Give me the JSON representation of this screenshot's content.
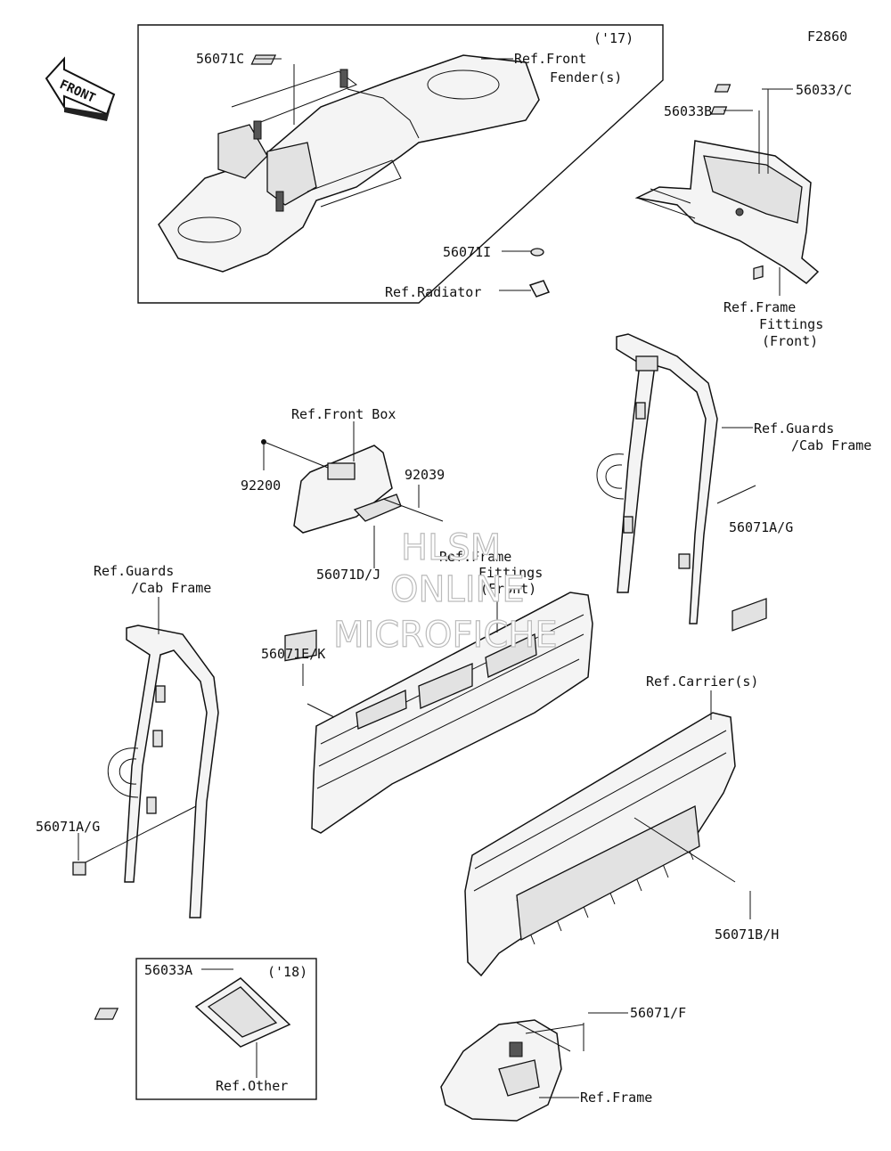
{
  "figure_code": "F2860",
  "front_arrow_label": "FRONT",
  "watermark": {
    "line1": "HLSM",
    "line2": "ONLINE",
    "line3": "MICROFICHE"
  },
  "boxes": {
    "top_year": "('17)",
    "bottom_year": "('18)"
  },
  "callouts": {
    "p56071C": "56071C",
    "ref_front_fender_1": "Ref.Front",
    "ref_front_fender_2": "Fender(s)",
    "p56033C": "56033/C",
    "p56033B": "56033B",
    "p56071I": "56071I",
    "ref_radiator": "Ref.Radiator",
    "ref_frame_fittings_r_1": "Ref.Frame",
    "ref_frame_fittings_r_2": "Fittings",
    "ref_frame_fittings_r_3": "(Front)",
    "ref_guards_r_1": "Ref.Guards",
    "ref_guards_r_2": "/Cab Frame",
    "p56071AG_r": "56071A/G",
    "ref_front_box": "Ref.Front Box",
    "p92200": "92200",
    "p92039": "92039",
    "p56071DJ": "56071D/J",
    "ref_frame_fittings_c_1": "Ref.Frame",
    "ref_frame_fittings_c_2": "Fittings",
    "ref_frame_fittings_c_3": "(Front)",
    "ref_guards_l_1": "Ref.Guards",
    "ref_guards_l_2": "/Cab Frame",
    "p56071EK": "56071E/K",
    "ref_carriers": "Ref.Carrier(s)",
    "p56071AG_l": "56071A/G",
    "p56071BH": "56071B/H",
    "p56033A": "56033A",
    "ref_other": "Ref.Other",
    "p56071F": "56071/F",
    "ref_frame": "Ref.Frame"
  }
}
